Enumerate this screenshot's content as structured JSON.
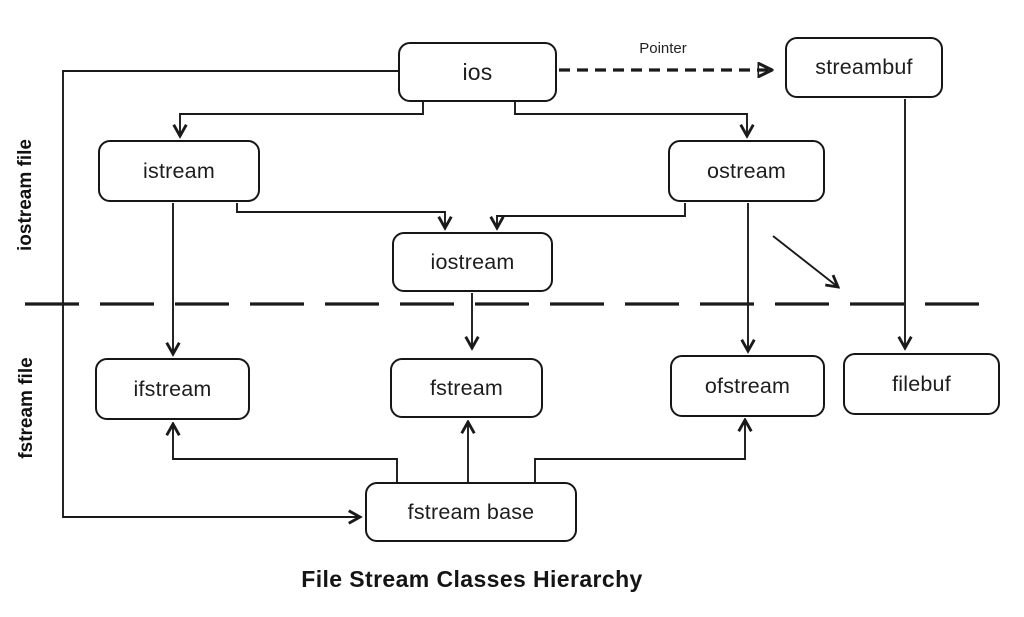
{
  "diagram": {
    "title": "File Stream Classes Hierarchy",
    "section_labels": {
      "top": "iostream file",
      "bottom": "fstream file"
    },
    "annotations": {
      "pointer": "Pointer"
    },
    "nodes": {
      "ios": "ios",
      "streambuf": "streambuf",
      "istream": "istream",
      "ostream": "ostream",
      "iostream": "iostream",
      "ifstream": "ifstream",
      "fstream": "fstream",
      "ofstream": "ofstream",
      "filebuf": "filebuf",
      "fstream_base": "fstream base"
    },
    "edges": [
      {
        "from": "ios",
        "to": "streambuf",
        "type": "pointer-dashed",
        "label": "Pointer"
      },
      {
        "from": "ios",
        "to": "istream",
        "type": "inheritance"
      },
      {
        "from": "ios",
        "to": "ostream",
        "type": "inheritance"
      },
      {
        "from": "istream",
        "to": "iostream",
        "type": "inheritance"
      },
      {
        "from": "ostream",
        "to": "iostream",
        "type": "inheritance"
      },
      {
        "from": "istream",
        "to": "ifstream",
        "type": "inheritance"
      },
      {
        "from": "iostream",
        "to": "fstream",
        "type": "inheritance"
      },
      {
        "from": "ostream",
        "to": "ofstream",
        "type": "inheritance"
      },
      {
        "from": "streambuf",
        "to": "filebuf",
        "type": "inheritance"
      },
      {
        "from": "ios",
        "to": "fstream_base",
        "type": "inheritance"
      },
      {
        "from": "fstream_base",
        "to": "ifstream",
        "type": "inheritance"
      },
      {
        "from": "fstream_base",
        "to": "fstream",
        "type": "inheritance"
      },
      {
        "from": "fstream_base",
        "to": "ofstream",
        "type": "inheritance"
      },
      {
        "from": "ostream",
        "to": "filebuf",
        "type": "diagonal-arrow"
      }
    ],
    "colors": {
      "line": "#1a1a1a",
      "box_border": "#161616",
      "background": "#ffffff",
      "text": "#1d1d1d"
    }
  }
}
